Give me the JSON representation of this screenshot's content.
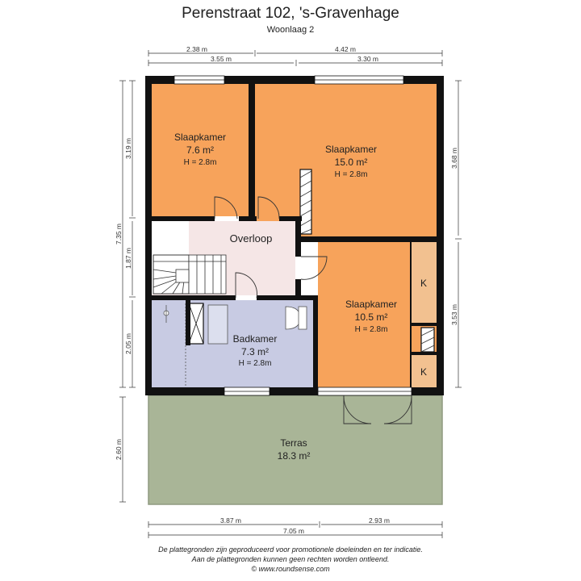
{
  "header": {
    "title": "Perenstraat 102, 's-Gravenhage",
    "subtitle": "Woonlaag 2"
  },
  "rooms": {
    "slaapkamer1": {
      "name": "Slaapkamer",
      "area": "7.6 m²",
      "height": "H = 2.8m"
    },
    "slaapkamer2": {
      "name": "Slaapkamer",
      "area": "15.0 m²",
      "height": "H = 2.8m"
    },
    "slaapkamer3": {
      "name": "Slaapkamer",
      "area": "10.5 m²",
      "height": "H = 2.8m"
    },
    "overloop": {
      "name": "Overloop"
    },
    "badkamer": {
      "name": "Badkamer",
      "area": "7.3 m²",
      "height": "H = 2.8m"
    },
    "terras": {
      "name": "Terras",
      "area": "18.3 m²"
    },
    "kast1": {
      "name": "K"
    },
    "kast2": {
      "name": "K"
    }
  },
  "dimensions": {
    "top_row1_left": "2.38 m",
    "top_row1_right": "4.42 m",
    "top_row2_left": "3.55 m",
    "top_row2_right": "3.30 m",
    "bottom_left": "3.87 m",
    "bottom_right": "2.93 m",
    "bottom_total": "7.05 m",
    "left_a": "3.19 m",
    "left_total": "7.35 m",
    "left_b": "1.87 m",
    "left_c": "2.05 m",
    "left_d": "2.60 m",
    "right_a": "3.68 m",
    "right_b": "3.53 m"
  },
  "footer": {
    "line1": "De plattegronden zijn geproduceerd voor promotionele doeleinden en ter indicatie.",
    "line2": "Aan de plattegronden kunnen geen rechten worden ontleend.",
    "line3": "© www.roundsense.com"
  },
  "colors": {
    "bedroom": "#f7a35b",
    "landing": "#f5e6e6",
    "bathroom": "#c8cbe3",
    "terrace": "#a9b597",
    "cupboard": "#f2c190",
    "wall": "#111111"
  }
}
